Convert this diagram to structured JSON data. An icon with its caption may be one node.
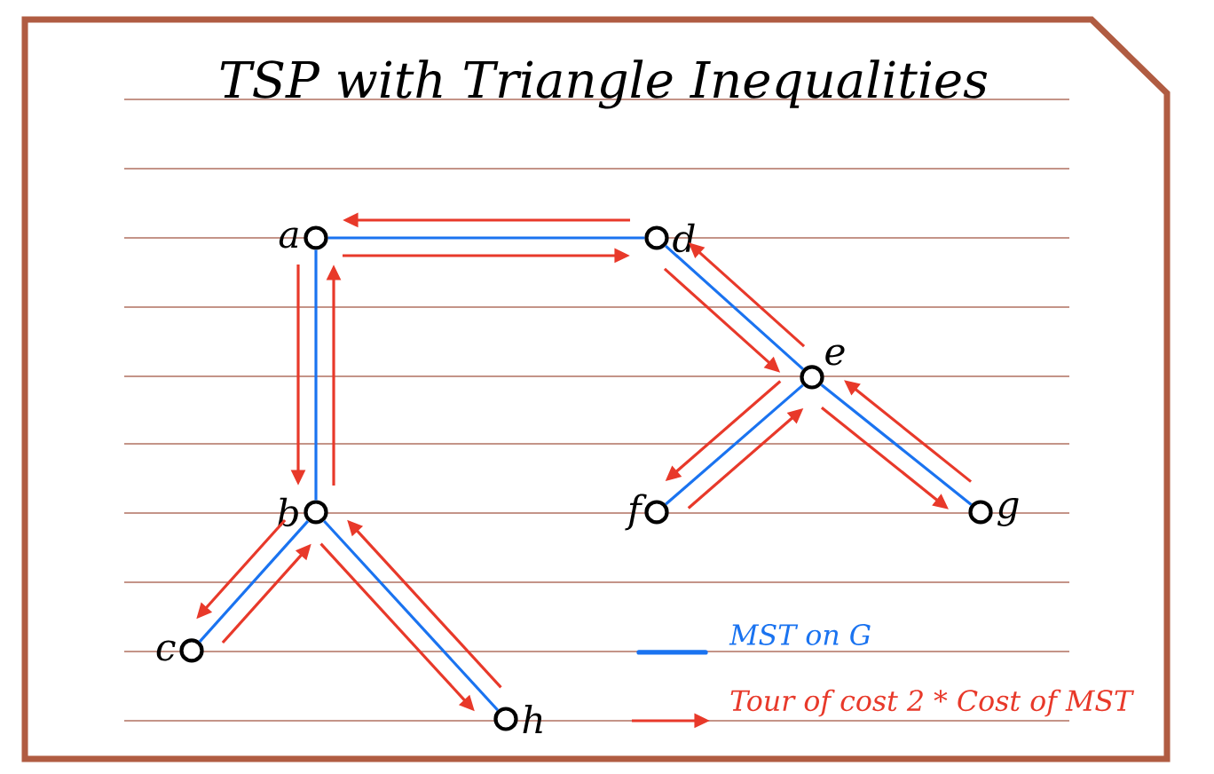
{
  "diagram": {
    "title": "TSP with Triangle Inequalities",
    "nodes": [
      {
        "text": [],
        "shape": "circle",
        "beside": [
          "a"
        ]
      },
      {
        "text": [],
        "shape": "circle",
        "beside": [
          "b"
        ]
      },
      {
        "text": [],
        "shape": "circle",
        "beside": [
          "c"
        ]
      },
      {
        "text": [],
        "shape": "circle",
        "beside": [
          "d"
        ]
      },
      {
        "text": [],
        "shape": "circle",
        "beside": [
          "e"
        ]
      },
      {
        "text": [],
        "shape": "circle",
        "beside": [
          "f"
        ]
      },
      {
        "text": [],
        "shape": "circle",
        "beside": [
          "g"
        ]
      },
      {
        "text": [],
        "shape": "circle",
        "beside": [
          "h"
        ]
      }
    ],
    "edges": [
      {
        "from": 0,
        "to": 3,
        "arrow": "none",
        "color": "#1a73f0"
      },
      {
        "from": 0,
        "to": 1,
        "arrow": "none",
        "color": "#1a73f0"
      },
      {
        "from": 1,
        "to": 2,
        "arrow": "none",
        "color": "#1a73f0"
      },
      {
        "from": 1,
        "to": 7,
        "arrow": "none",
        "color": "#1a73f0"
      },
      {
        "from": 3,
        "to": 4,
        "arrow": "none",
        "color": "#1a73f0"
      },
      {
        "from": 4,
        "to": 5,
        "arrow": "none",
        "color": "#1a73f0"
      },
      {
        "from": 4,
        "to": 6,
        "arrow": "none",
        "color": "#1a73f0"
      },
      {
        "from": 0,
        "to": 1,
        "arrow": "to",
        "color": "#e8392a"
      },
      {
        "from": 1,
        "to": 2,
        "arrow": "to",
        "color": "#e8392a"
      },
      {
        "from": 2,
        "to": 1,
        "arrow": "to",
        "color": "#e8392a"
      },
      {
        "from": 1,
        "to": 7,
        "arrow": "to",
        "color": "#e8392a"
      },
      {
        "from": 7,
        "to": 1,
        "arrow": "to",
        "color": "#e8392a"
      },
      {
        "from": 1,
        "to": 0,
        "arrow": "to",
        "color": "#e8392a"
      },
      {
        "from": 0,
        "to": 3,
        "arrow": "to",
        "color": "#e8392a"
      },
      {
        "from": 3,
        "to": 4,
        "arrow": "to",
        "color": "#e8392a"
      },
      {
        "from": 4,
        "to": 5,
        "arrow": "to",
        "color": "#e8392a"
      },
      {
        "from": 5,
        "to": 4,
        "arrow": "to",
        "color": "#e8392a"
      },
      {
        "from": 4,
        "to": 6,
        "arrow": "to",
        "color": "#e8392a"
      },
      {
        "from": 6,
        "to": 4,
        "arrow": "to",
        "color": "#e8392a"
      },
      {
        "from": 4,
        "to": 3,
        "arrow": "to",
        "color": "#e8392a"
      },
      {
        "from": 3,
        "to": 0,
        "arrow": "to",
        "color": "#e8392a"
      }
    ],
    "legend": [
      {
        "text": "MST on G"
      },
      {
        "text": "Tour of cost 2 * Cost of MST"
      }
    ]
  }
}
